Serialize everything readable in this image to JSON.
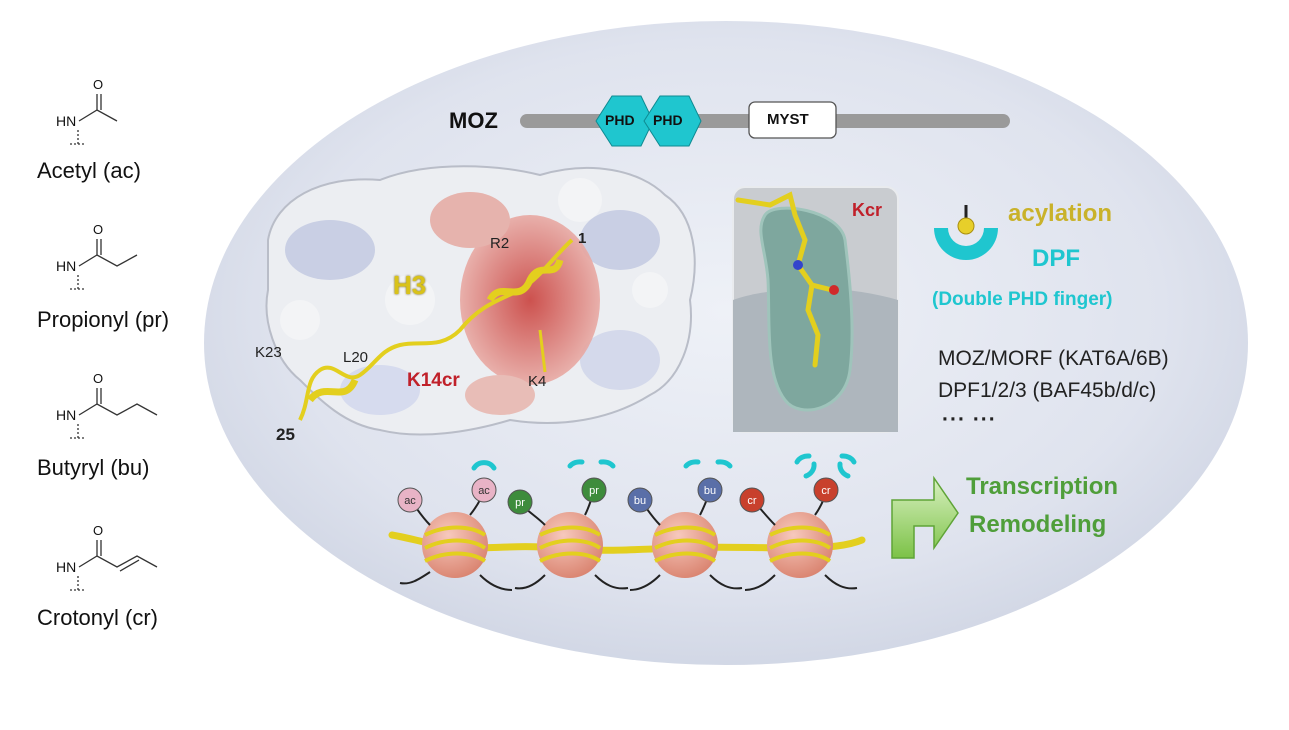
{
  "acyl_groups": [
    {
      "name": "Acetyl (ac)"
    },
    {
      "name": "Propionyl (pr)"
    },
    {
      "name": "Butyryl (bu)"
    },
    {
      "name": "Crotonyl (cr)"
    }
  ],
  "chem": {
    "o_label": "O",
    "hn_label": "HN"
  },
  "domain_bar": {
    "protein_label": "MOZ",
    "phd1_label": "PHD",
    "phd2_label": "PHD",
    "myst_label": "MYST"
  },
  "structure": {
    "helix_label": "H3",
    "residues": {
      "r2": "R2",
      "one": "1",
      "k23": "K23",
      "l20": "L20",
      "k14cr": "K14cr",
      "k4": "K4",
      "n25": "25"
    },
    "pocket_label": "Kcr"
  },
  "legend": {
    "acylation_label": "acylation",
    "dpf_label": "DPF",
    "dpf_full": "(Double PHD finger)"
  },
  "family": {
    "line1": "MOZ/MORF (KAT6A/6B)",
    "line2": "DPF1/2/3 (BAF45b/d/c)",
    "line3": "···  ···"
  },
  "nucleosome_marks": [
    "ac",
    "ac",
    "pr",
    "pr",
    "bu",
    "bu",
    "cr",
    "cr"
  ],
  "outcome": {
    "line1": "Transcription",
    "line2": "Remodeling"
  },
  "colors": {
    "ellipse": "#dfe3ee",
    "phd": "#1fc6cf",
    "acylation": "#c9b22a",
    "red_label": "#c0202a",
    "green": "#4f9e3a",
    "ac": "#e8b3c6",
    "pr": "#3e8c3c",
    "bu": "#5a6fa8",
    "cr": "#c8402c"
  }
}
